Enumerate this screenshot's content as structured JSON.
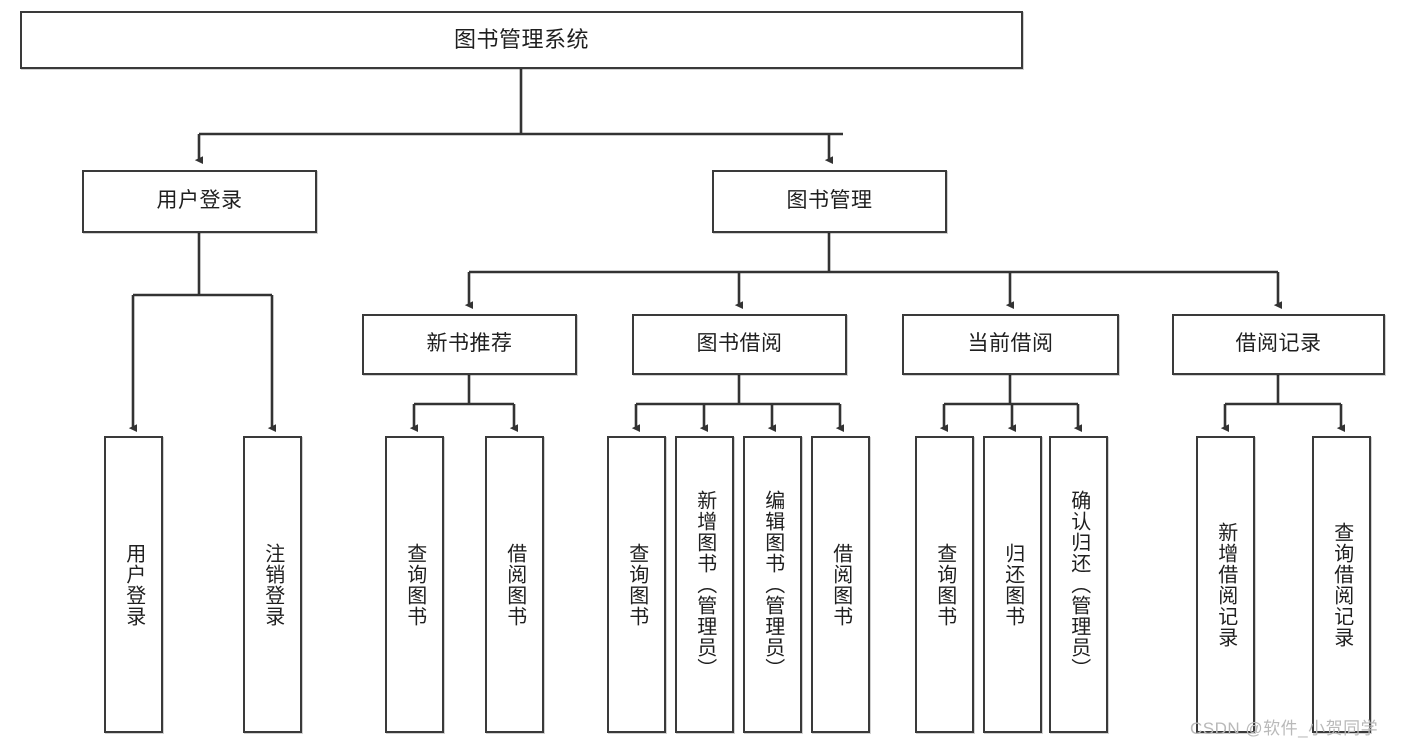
{
  "diagram": {
    "title": "图书管理系统",
    "type": "hierarchy-tree",
    "watermark": "CSDN @软件_小贺同学",
    "colors": {
      "box_border": "#3a3a3a",
      "box_fill": "#ffffff",
      "edge": "#333333",
      "text": "#1f1f1f",
      "watermark": "#b9b9b9"
    },
    "levels": {
      "level1": [
        "图书管理系统"
      ],
      "level2": [
        "用户登录",
        "图书管理"
      ],
      "level3": [
        "新书推荐",
        "图书借阅",
        "当前借阅",
        "借阅记录"
      ],
      "level4": [
        "用户登录",
        "注销登录",
        "查询图书",
        "借阅图书",
        "查询图书",
        "新增图书（管理员）",
        "编辑图书（管理员）",
        "借阅图书",
        "查询图书",
        "归还图书",
        "确认归还（管理员）",
        "新增借阅记录",
        "查询借阅记录"
      ]
    },
    "nodes": {
      "root": {
        "label": "图书管理系统"
      },
      "l2": [
        {
          "label": "用户登录"
        },
        {
          "label": "图书管理"
        }
      ],
      "l3": [
        {
          "label": "新书推荐"
        },
        {
          "label": "图书借阅"
        },
        {
          "label": "当前借阅"
        },
        {
          "label": "借阅记录"
        }
      ],
      "leaves": [
        {
          "label": "用户登录",
          "parent": "用户登录"
        },
        {
          "label": "注销登录",
          "parent": "用户登录"
        },
        {
          "label": "查询图书",
          "parent": "新书推荐"
        },
        {
          "label": "借阅图书",
          "parent": "新书推荐"
        },
        {
          "label": "查询图书",
          "parent": "图书借阅"
        },
        {
          "label": "新增图书（管理员）",
          "parent": "图书借阅"
        },
        {
          "label": "编辑图书（管理员）",
          "parent": "图书借阅"
        },
        {
          "label": "借阅图书",
          "parent": "图书借阅"
        },
        {
          "label": "查询图书",
          "parent": "当前借阅"
        },
        {
          "label": "归还图书",
          "parent": "当前借阅"
        },
        {
          "label": "确认归还（管理员）",
          "parent": "当前借阅"
        },
        {
          "label": "新增借阅记录",
          "parent": "借阅记录"
        },
        {
          "label": "查询借阅记录",
          "parent": "借阅记录"
        }
      ]
    }
  }
}
